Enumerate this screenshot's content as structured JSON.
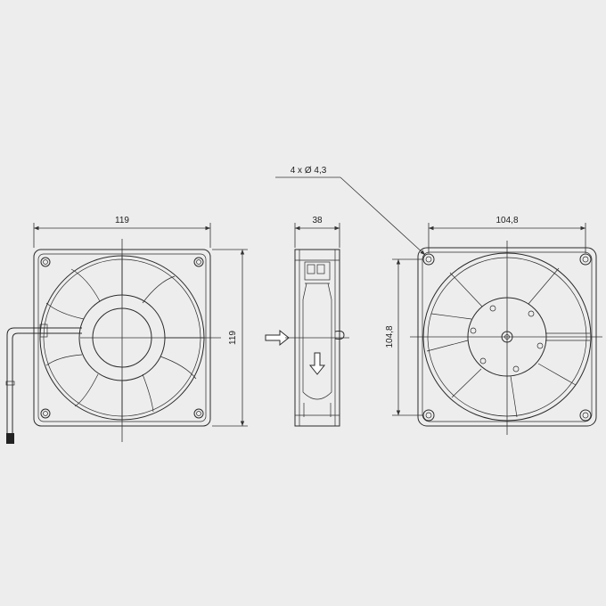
{
  "dimensions": {
    "front_width": "119",
    "front_height": "119",
    "side_depth": "38",
    "hole_spacing_h": "104,8",
    "hole_spacing_v": "104,8",
    "mounting_holes": "4 x Ø 4,3"
  }
}
